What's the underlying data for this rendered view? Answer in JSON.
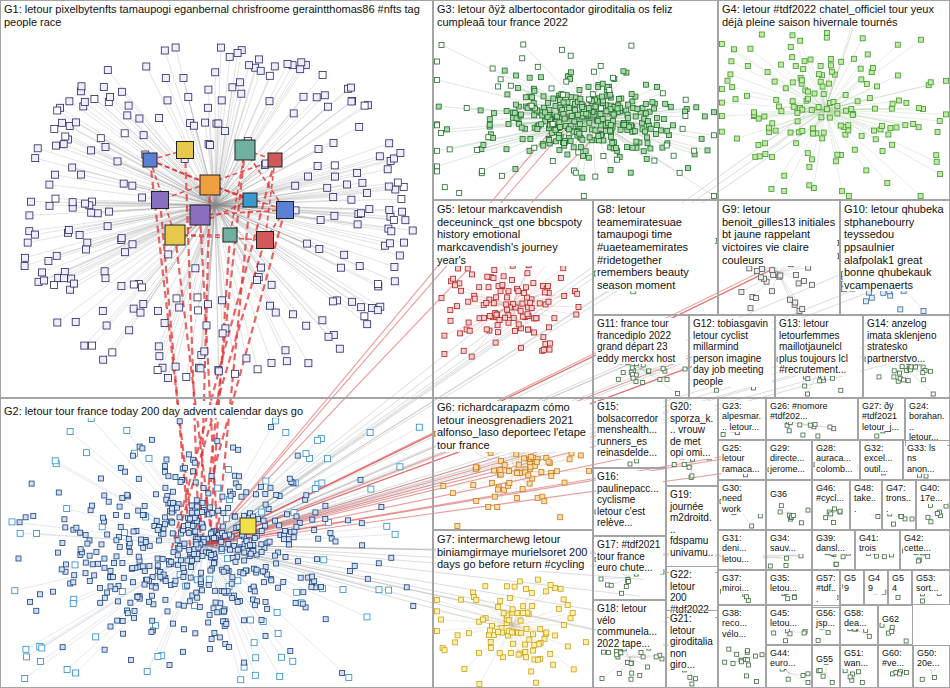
{
  "diagram": {
    "nodes": [
      {
        "text": [
          "G1: letour pixelbytenfts tamaupogi eganbernal chrisfroome geraintthomas86 #nfts tag people race"
        ]
      },
      {
        "text": [
          "G3: letour ðÿž albertocontador giroditalia os feliz cumpleaã tour france 2022"
        ]
      },
      {
        "text": [
          "G4: letour #tdf2022 chatel_officiel tour yeux déjà pleine saison hivernale tournés"
        ]
      },
      {
        "text": [
          "G5: letour markcavendish deceuninck_qst one bbcspoty history emotional markcavendish's journey year's"
        ]
      },
      {
        "text": [
          "G8: letour teamemiratesuae tamaupogi time #uaeteamemirates #ridetogether remembers beauty season moment"
        ]
      },
      {
        "text": [
          "G9: letour benoit_gilles13 initiales bt jaune rappelant victoires vie claire couleurs"
        ]
      },
      {
        "text": [
          "G10: letour qhubeka stphanebourry teyssedou ppsaulnier alafpolak1 great bonne qhubekauk vcampenaerts"
        ]
      },
      {
        "text": [
          "G11: france tour francediplo 2022 grand départ 23 eddy merckx host"
        ]
      },
      {
        "text": [
          "G12: tobiasgavin letour cyclist millarmind person imagine day job meeting people"
        ]
      },
      {
        "text": [
          "G13: letour letourfemmes maillotjaunelcl plus toujours lcl #recrutement..."
        ]
      },
      {
        "text": [
          "G14: anzelog imata sklenjeno stratesko partnerstvo..."
        ]
      },
      {
        "text": [
          "G2: letour tour france today 200 day advent calendar days go"
        ]
      },
      {
        "text": [
          "G6: richardcarapazm cómo letour ineosgrenadiers 2021 alfonso_laso deporteec l'etape tour france"
        ]
      },
      {
        "text": [
          "G7: intermarchewg letour biniamgirmaye murielsoret 200 days go before return #cycling"
        ]
      },
      {
        "text": [
          "G15: bolsacorredor menshealth... runners_es reinasdelde..."
        ]
      },
      {
        "text": [
          "G20: sporza_k... vrouw de met opi omi..."
        ]
      },
      {
        "text": [
          "G16: paulinepacc... cyclisme letour c'est relève..."
        ]
      },
      {
        "text": [
          "G19: journée m2droitd... fdspamu univamu..."
        ]
      },
      {
        "text": [
          "G17: #tdf2021 tour france euro chute..."
        ]
      },
      {
        "text": [
          "G22: letour 200 #tdf2022"
        ]
      },
      {
        "text": [
          "G18: letour vélo communela... 2022 tape..."
        ]
      },
      {
        "text": [
          "G21: letour giroditalia non giro..."
        ]
      },
      {
        "text": [
          "G23: alpesmar... letour..."
        ]
      },
      {
        "text": [
          "G26: #nomore #tdf202..."
        ]
      },
      {
        "text": [
          "G27: ðÿ #tdf2021 letour_j..."
        ]
      },
      {
        "text": [
          "G24: borahan... letour..."
        ]
      },
      {
        "text": [
          "G25: letour ramaca..."
        ]
      },
      {
        "text": [
          "G29: directe... jerome..."
        ]
      },
      {
        "text": [
          "G28: auraca... colomb..."
        ]
      },
      {
        "text": [
          "G32: excel... outil..."
        ]
      },
      {
        "text": [
          "G33: ls ns anon..."
        ]
      },
      {
        "text": [
          "G30: need work"
        ]
      },
      {
        "text": [
          "G36"
        ]
      },
      {
        "text": [
          "G46: #cycl..."
        ]
      },
      {
        "text": [
          "G48: take..."
        ]
      },
      {
        "text": [
          "G47: trons..."
        ]
      },
      {
        "text": [
          "G40: 17e..."
        ]
      },
      {
        "text": [
          "G31: deni... letou..."
        ]
      },
      {
        "text": [
          "G34: sauv..."
        ]
      },
      {
        "text": [
          "G39: dansl..."
        ]
      },
      {
        "text": [
          "G41: trois"
        ]
      },
      {
        "text": [
          "G42: cette..."
        ]
      },
      {
        "text": [
          "G37: miroi..."
        ]
      },
      {
        "text": [
          "G35: letou..."
        ]
      },
      {
        "text": [
          "G57: #tdf..."
        ]
      },
      {
        "text": [
          "G59"
        ]
      },
      {
        "text": [
          "G49"
        ]
      },
      {
        "text": [
          "G54"
        ]
      },
      {
        "text": [
          "G53: sort..."
        ]
      },
      {
        "text": [
          "G38: reco... vélo..."
        ]
      },
      {
        "text": [
          "G45: letou..."
        ]
      },
      {
        "text": [
          "G56: jsp..."
        ]
      },
      {
        "text": [
          "G58: dea..."
        ]
      },
      {
        "text": [
          "G62"
        ]
      },
      {
        "text": [
          "G44: euro..."
        ]
      },
      {
        "text": [
          "G55"
        ]
      },
      {
        "text": [
          "G51: wan..."
        ]
      },
      {
        "text": [
          "G60: #ve..."
        ]
      },
      {
        "text": [
          "G50: 20e..."
        ]
      }
    ]
  }
}
